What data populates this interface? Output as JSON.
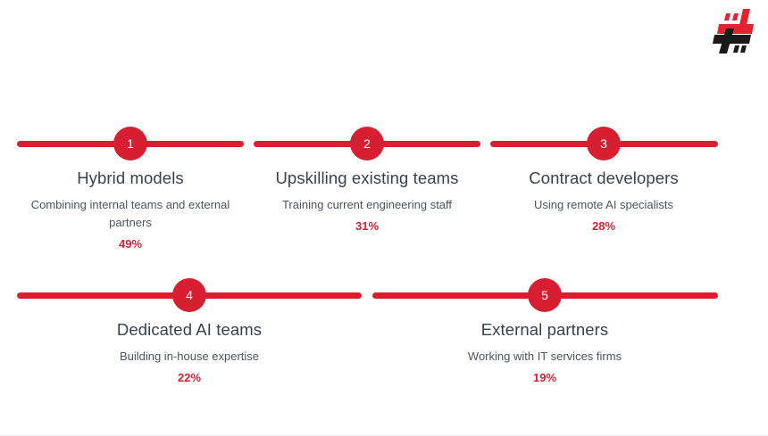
{
  "logo": {
    "name": "company-logo",
    "red": "#e0232e",
    "black": "#1a1a1a"
  },
  "theme": {
    "accent_red": "#d81f32",
    "title_color": "#35424f",
    "desc_color": "#4a5562",
    "background": "#ffffff"
  },
  "rows": [
    {
      "items": [
        {
          "number": "1",
          "title": "Hybrid models",
          "description": "Combining internal teams and external partners",
          "percent": "49%"
        },
        {
          "number": "2",
          "title": "Upskilling existing teams",
          "description": "Training current engineering staff",
          "percent": "31%"
        },
        {
          "number": "3",
          "title": "Contract developers",
          "description": "Using remote AI specialists",
          "percent": "28%"
        }
      ]
    },
    {
      "items": [
        {
          "number": "4",
          "title": "Dedicated AI teams",
          "description": "Building in-house expertise",
          "percent": "22%"
        },
        {
          "number": "5",
          "title": "External partners",
          "description": "Working with IT services firms",
          "percent": "19%"
        }
      ]
    }
  ],
  "chart_data": {
    "type": "bar",
    "title": "",
    "categories": [
      "Hybrid models",
      "Upskilling existing teams",
      "Contract developers",
      "Dedicated AI teams",
      "External partners"
    ],
    "values": [
      49,
      31,
      28,
      22,
      19
    ],
    "value_labels": [
      "49%",
      "31%",
      "28%",
      "22%",
      "19%"
    ],
    "descriptions": [
      "Combining internal teams and external partners",
      "Training current engineering staff",
      "Using remote AI specialists",
      "Building in-house expertise",
      "Working with IT services firms"
    ],
    "xlabel": "",
    "ylabel": "",
    "ylim": [
      0,
      100
    ],
    "grid": false,
    "legend": "none"
  }
}
